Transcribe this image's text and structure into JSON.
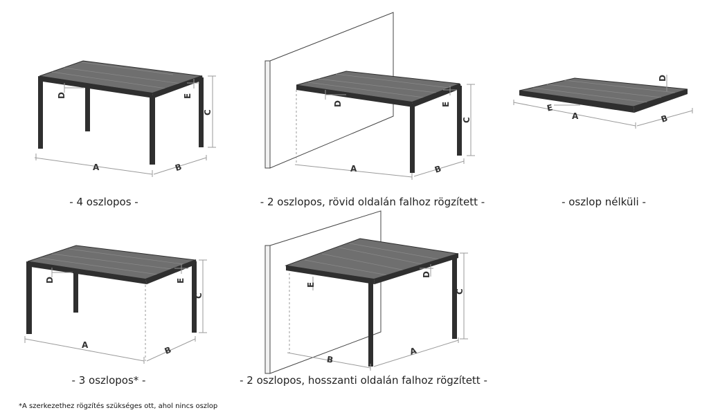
{
  "captions": {
    "four_posts": "- 4 oszlopos -",
    "two_posts_short_wall": "- 2 oszlopos, rövid oldalán falhoz rögzített -",
    "no_posts": "- oszlop nélküli -",
    "three_posts": "- 3 oszlopos* -",
    "two_posts_long_wall": "- 2 oszlopos, hosszanti oldalán falhoz rögzített -"
  },
  "footnote": "*A szerkezethez rögzítés szükséges ott, ahol nincs oszlop",
  "dims": {
    "a": "A",
    "b": "B",
    "c": "C",
    "d": "D",
    "e": "E"
  }
}
